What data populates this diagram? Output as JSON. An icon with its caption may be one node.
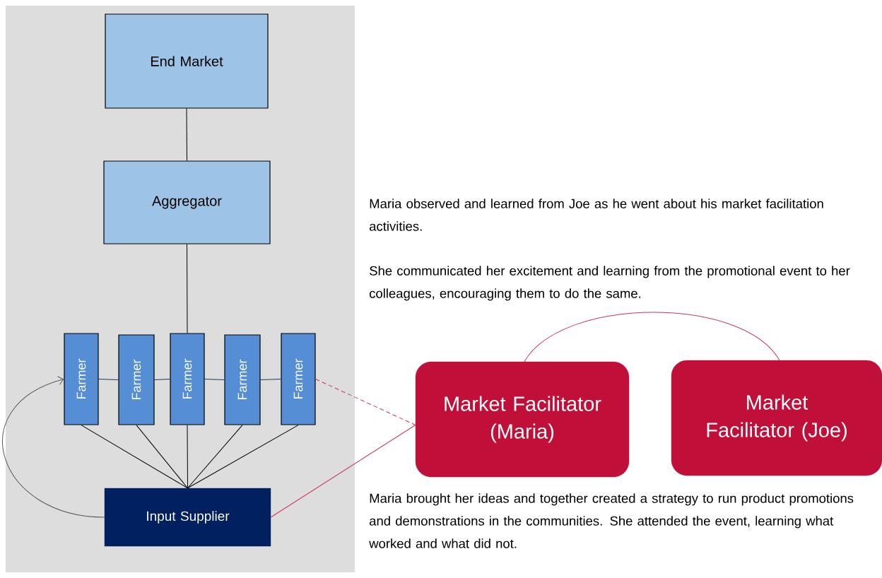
{
  "diagram": {
    "nodes": [
      {
        "text": [
          "End Market"
        ]
      },
      {
        "text": [
          "Aggregator"
        ]
      },
      {
        "text": [
          "Farmer"
        ]
      },
      {
        "text": [
          "Farmer"
        ]
      },
      {
        "text": [
          "Farmer"
        ]
      },
      {
        "text": [
          "Farmer"
        ]
      },
      {
        "text": [
          "Farmer"
        ]
      },
      {
        "text": [
          "Input Supplier"
        ]
      },
      {
        "text": [
          "Market Facilitator (Maria)"
        ]
      },
      {
        "text": [
          "Market Facilitator (Joe)"
        ]
      }
    ],
    "edges": [
      {
        "from": 0,
        "to": 1,
        "arrow": "none"
      },
      {
        "from": 1,
        "to": 4,
        "arrow": "none"
      },
      {
        "from": 2,
        "to": 3,
        "arrow": "none",
        "color": "#1f3864"
      },
      {
        "from": 3,
        "to": 4,
        "arrow": "none",
        "color": "#1f3864"
      },
      {
        "from": 4,
        "to": 5,
        "arrow": "none",
        "color": "#1f3864"
      },
      {
        "from": 5,
        "to": 6,
        "arrow": "none",
        "color": "#1f3864"
      },
      {
        "from": 2,
        "to": 7,
        "arrow": "none"
      },
      {
        "from": 3,
        "to": 7,
        "arrow": "none"
      },
      {
        "from": 4,
        "to": 7,
        "arrow": "none"
      },
      {
        "from": 5,
        "to": 7,
        "arrow": "none"
      },
      {
        "from": 6,
        "to": 7,
        "arrow": "none"
      },
      {
        "from": 7,
        "to": 2,
        "arrow": "to",
        "color": "#595959"
      },
      {
        "from": 6,
        "to": 8,
        "arrow": "none",
        "style": "dashed",
        "color": "#c8375a"
      },
      {
        "from": 7,
        "to": 8,
        "arrow": "none",
        "color": "#c8375a"
      },
      {
        "from": 8,
        "to": 9,
        "arrow": "none",
        "color": "#c8375a"
      }
    ],
    "labels": [
      "Maria observed and learned from Joe as he went about his market facilitation activities.",
      "She communicated her excitement and learning from the promotional event to her colleagues, encouraging them to do the same.",
      "Maria brought her ideas and together created a strategy to run product promotions and demonstrations in the communities. She attended the event, learning what worked and what did not."
    ]
  }
}
